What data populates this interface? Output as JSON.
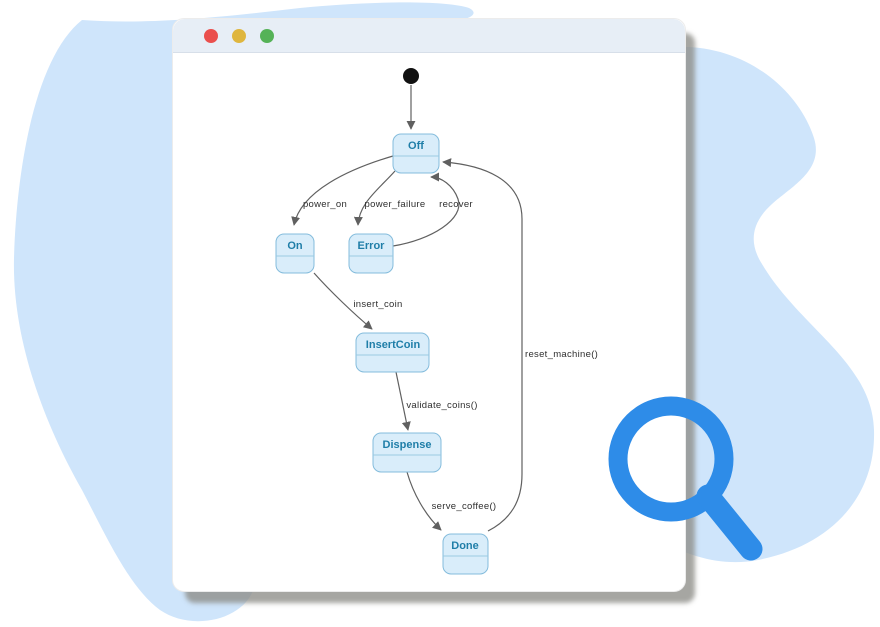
{
  "window": {
    "type": "mac-window",
    "traffic_lights": [
      {
        "name": "close",
        "color": "#ea4f4d"
      },
      {
        "name": "minimize",
        "color": "#dfb63e"
      },
      {
        "name": "maximize",
        "color": "#55b257"
      }
    ]
  },
  "diagram": {
    "type": "state-machine",
    "initial_marker": "start",
    "states": [
      {
        "label": "Off"
      },
      {
        "label": "On"
      },
      {
        "label": "Error"
      },
      {
        "label": "InsertCoin"
      },
      {
        "label": "Dispense"
      },
      {
        "label": "Done"
      }
    ],
    "transitions": [
      {
        "from": "start",
        "to": "Off",
        "label": ""
      },
      {
        "from": "Off",
        "to": "On",
        "label": "power_on"
      },
      {
        "from": "Off",
        "to": "Error",
        "label": "power_failure"
      },
      {
        "from": "Error",
        "to": "Off",
        "label": "recover"
      },
      {
        "from": "On",
        "to": "InsertCoin",
        "label": "insert_coin"
      },
      {
        "from": "InsertCoin",
        "to": "Dispense",
        "label": "validate_coins()"
      },
      {
        "from": "Dispense",
        "to": "Done",
        "label": "serve_coffee()"
      },
      {
        "from": "Done",
        "to": "Off",
        "label": "reset_machine()"
      }
    ]
  },
  "colors": {
    "state_fill": "#d9edfa",
    "state_border": "#84bcdc",
    "state_text": "#1f7ea8",
    "edge": "#606060",
    "edge_label": "#2f2f2f",
    "blob": "#cfe5fb",
    "magnifier": "#2e8ce8",
    "titlebar": "#e7eef6",
    "initial_dot": "#111111"
  },
  "decor": {
    "icons": [
      "magnifying-glass-icon"
    ]
  }
}
